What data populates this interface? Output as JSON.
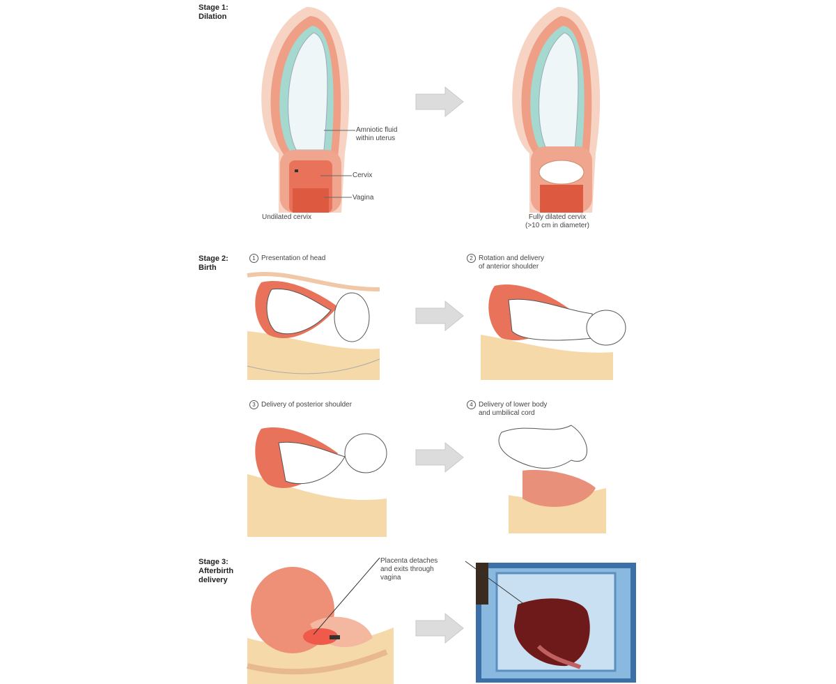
{
  "stage1": {
    "title": "Stage 1:",
    "subtitle": "Dilation",
    "labels": {
      "amniotic": "Amniotic fluid within uterus",
      "cervix": "Cervix",
      "vagina": "Vagina",
      "undilated": "Undilated cervix",
      "dilated_line1": "Fully dilated cervix",
      "dilated_line2": "(>10 cm in diameter)"
    }
  },
  "stage2": {
    "title": "Stage 2:",
    "subtitle": "Birth",
    "steps": [
      {
        "num": "1",
        "line1": "Presentation of head",
        "line2": ""
      },
      {
        "num": "2",
        "line1": "Rotation and delivery",
        "line2": "of anterior shoulder"
      },
      {
        "num": "3",
        "line1": "Delivery of posterior shoulder",
        "line2": ""
      },
      {
        "num": "4",
        "line1": "Delivery of lower body",
        "line2": "and umbilical cord"
      }
    ]
  },
  "stage3": {
    "title": "Stage 3:",
    "subtitle_line1": "Afterbirth",
    "subtitle_line2": "delivery",
    "caption_line1": "Placenta detaches",
    "caption_line2": "and exits through",
    "caption_line3": "vagina"
  },
  "colors": {
    "uterus": "#f0a58e",
    "muscle": "#e8735a",
    "fluid": "#9fd4cc",
    "tissue": "#f6d9a8",
    "arrow": "#d9d9d9",
    "placenta": "#6e1a1a",
    "tray": "#7fb0d8"
  }
}
